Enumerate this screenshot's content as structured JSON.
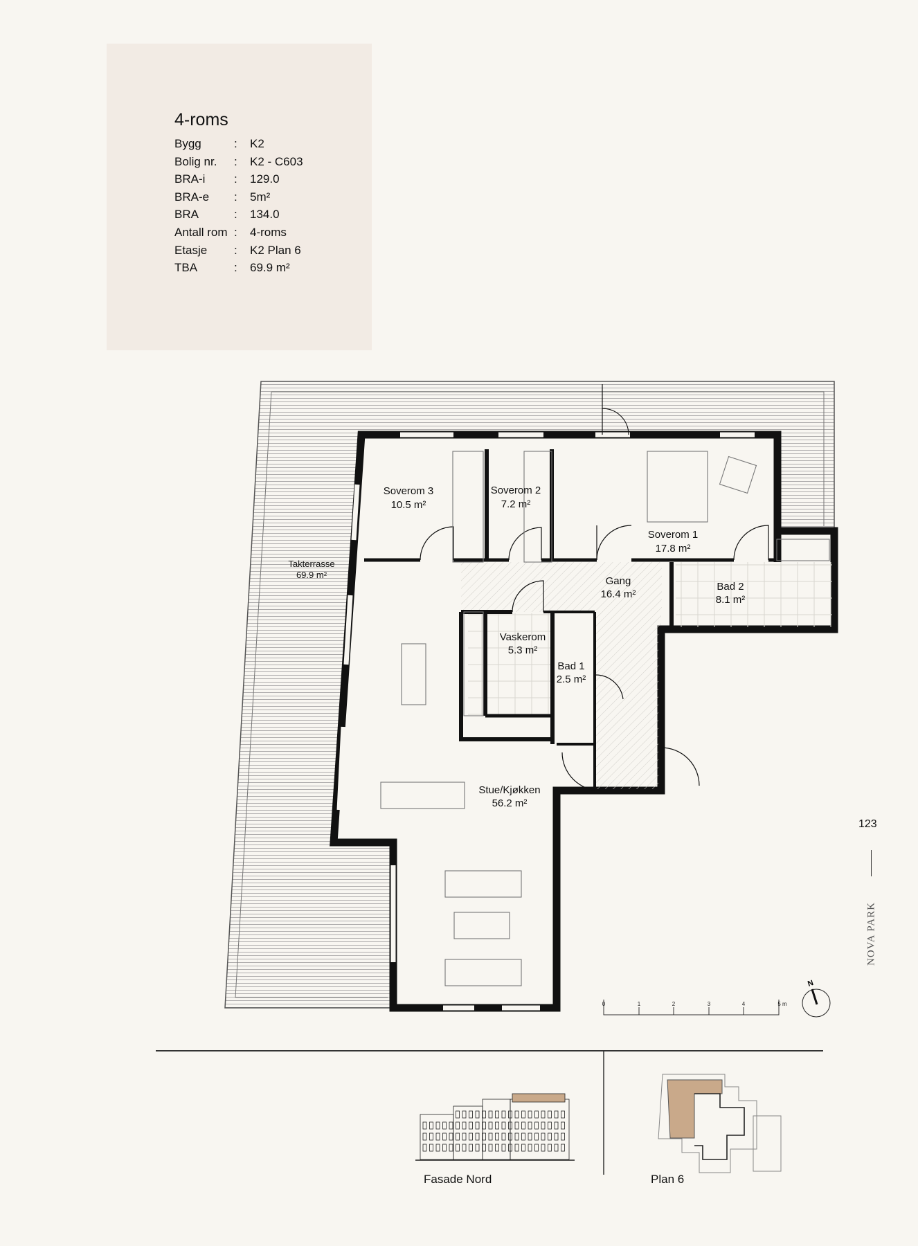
{
  "info": {
    "title": "4-roms",
    "rows": [
      {
        "label": "Bygg",
        "sep": ":",
        "value": "K2"
      },
      {
        "label": "Bolig nr.",
        "sep": ":",
        "value": "K2 - C603"
      },
      {
        "label": "BRA-i",
        "sep": ":",
        "value": "129.0"
      },
      {
        "label": "BRA-e",
        "sep": ":",
        "value": "5m²"
      },
      {
        "label": "BRA",
        "sep": ":",
        "value": "134.0"
      },
      {
        "label": "Antall rom",
        "sep": ":",
        "value": "4-roms"
      },
      {
        "label": "Etasje",
        "sep": ":",
        "value": "K2 Plan 6"
      },
      {
        "label": "TBA",
        "sep": ":",
        "value": "69.9 m²"
      }
    ]
  },
  "rooms": {
    "soverom3": {
      "name": "Soverom 3",
      "area": "10.5 m²"
    },
    "soverom2": {
      "name": "Soverom 2",
      "area": "7.2 m²"
    },
    "soverom1": {
      "name": "Soverom 1",
      "area": "17.8 m²"
    },
    "gang": {
      "name": "Gang",
      "area": "16.4 m²"
    },
    "bad2": {
      "name": "Bad 2",
      "area": "8.1 m²"
    },
    "vaskerom": {
      "name": "Vaskerom",
      "area": "5.3 m²"
    },
    "bad1": {
      "name": "Bad 1",
      "area": "2.5 m²"
    },
    "stue": {
      "name": "Stue/Kjøkken",
      "area": "56.2 m²"
    },
    "takterrasse": {
      "name": "Takterrasse",
      "area": "69.9 m²"
    }
  },
  "scale_bar": {
    "ticks": [
      "0",
      "1",
      "2",
      "3",
      "4",
      "5 m"
    ]
  },
  "north_label": "N",
  "page_number": "123",
  "brand": "NOVA PARK",
  "thumbnails": {
    "facade_label": "Fasade Nord",
    "plan_label": "Plan 6",
    "highlight_color": "#c9a98a"
  },
  "colors": {
    "info_bg": "#f2ebe4",
    "page_bg": "#f8f6f1",
    "wall": "#111111"
  }
}
